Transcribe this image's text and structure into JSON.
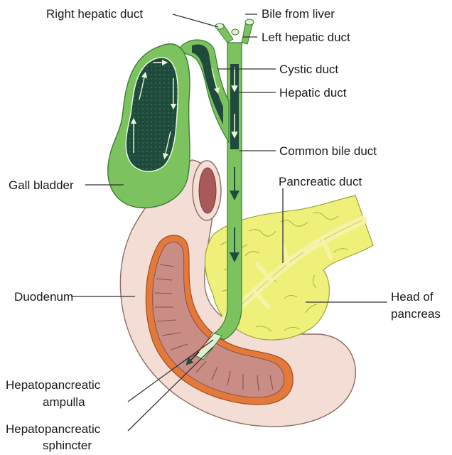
{
  "labels": {
    "right_hepatic_duct": "Right hepatic duct",
    "bile_from_liver": "Bile from liver",
    "left_hepatic_duct": "Left hepatic duct",
    "cystic_duct": "Cystic duct",
    "hepatic_duct": "Hepatic duct",
    "common_bile_duct": "Common bile duct",
    "pancreatic_duct": "Pancreatic duct",
    "gall_bladder": "Gall bladder",
    "duodenum": "Duodenum",
    "head_of_pancreas_line1": "Head of",
    "head_of_pancreas_line2": "pancreas",
    "ampulla_line1": "Hepatopancreatic",
    "ampulla_line2": "ampulla",
    "sphincter_line1": "Hepatopancreatic",
    "sphincter_line2": "sphincter"
  },
  "colors": {
    "duct_green": "#7cc35f",
    "duct_dark": "#1f4a3c",
    "pancreas_yellow": "#eef07a",
    "duodenum_pink": "#f1d8cf",
    "mucosa": "#c98d86",
    "muscle_orange": "#e3793a"
  }
}
